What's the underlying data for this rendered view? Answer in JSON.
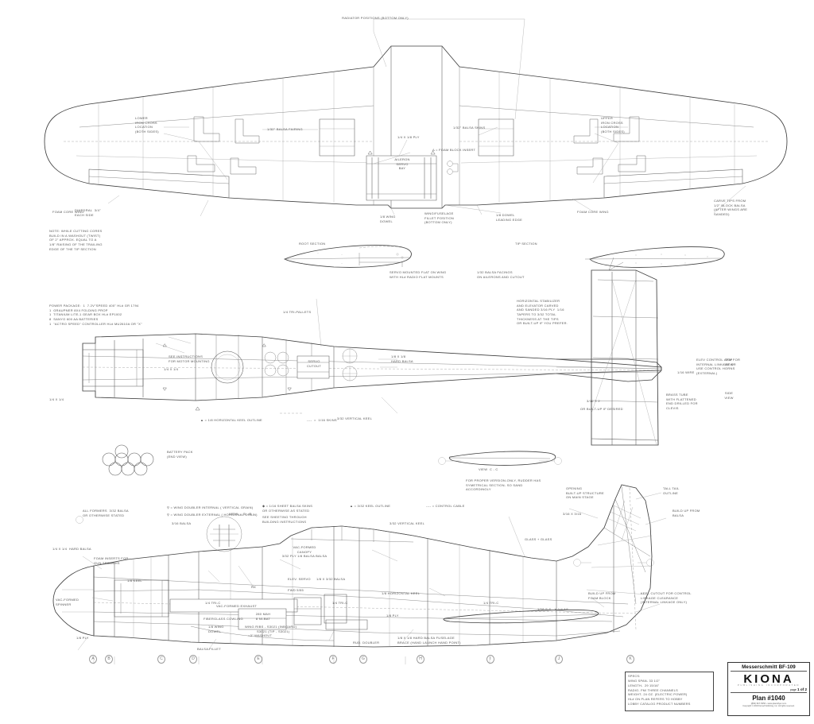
{
  "sheet": {
    "drawing_type": "model-aircraft-plan",
    "subject": "Messerschmitt BF-109"
  },
  "title_block": {
    "model_name": "Messerschmitt BF-109",
    "brand": "KIONA",
    "brand_tagline": "PUBLISHING INCORPORATED",
    "page_prefix": "page",
    "page_label": "1 of 2",
    "plan_number": "Plan #1040",
    "contact": "(866) 827-5656 • www.plansflyer.com",
    "copyright": "Copyright © 2003 Kiona Publishing, Inc. All rights reserved."
  },
  "specs": {
    "heading": "SPECS:",
    "lines": [
      "WING SPAN- 33 1/2\" ",
      "LENGTH-  29 15/16\"",
      "RADIO- FM/ THREE CHANNELS",
      "WEIGHT- 24 oz. (ELECTRIC POWER)",
      "HL# ON PLAN REFERS TO HOBBY",
      "LOBBY CATALOG PRODUCT NUMBERS"
    ]
  },
  "wing_view": {
    "notes": {
      "radiator": "RADIATOR POSITIONS (BOTTOM ONLY)",
      "lower_cross": "LOWER\nIRON CROSS\nLOCATION\n(BOTH SIDES)",
      "upper_cross": "UPPER\nIRON CROSS\nLOCATION\n(BOTH SIDES)",
      "balsa_fairing_left": "1/32\" BALSA FAIRING",
      "balsa_skins_right": "1/32\" BALSA SKINS",
      "ply_strip": "1/4 x 1/8 PLY",
      "foam_block": "Δ = FOAM BLOCK INSERT",
      "aileron_servo_bay": "AILERON\nSERVO\nBAY",
      "wing_dowel": "1/8 WING\nDOWEL",
      "fillet_position": "WING/FUSELAGE\nFILLET POSITION\n(BOTTOM ONLY)",
      "leading_edge": "1/8 DOWEL\nLEADING EDGE",
      "foam_core_left": "FOAM CORE WING",
      "foam_core_right": "FOAM CORE WING",
      "wing_tips": "CARVE TIPS FROM\n1/2\" BLOCK BALSA\n(AFTER WINGS ARE\nSANDED)",
      "dihedral": "DIHEDRAL  3/4\"\nEACH SIDE",
      "cutting_note": "NOTE: WHILE CUTTING CORES\nBUILD IN A WASHOUT (TWIST)\nOF 2\" APPROX. EQUAL TO A\n1/8\" RAISING OF THE TRAILING\nEDGE OF THE TIP SECTION"
    }
  },
  "sections": {
    "root_label": "ROOT SECTION",
    "tip_label": "TIP SECTION",
    "servo_note": "SERVO MOUNTED FLAT ON WING\nWITH HL# RADIO FLAT MOUNTS",
    "tip_note": "1/32 BALSA FACINGS\nON AILERONS AND CUTOUT"
  },
  "fuselage_top_view": {
    "power_package": "POWER PACKAGE:  1  7.2V\"SPEED 400\" HL# GR 1794\n1  GRAUPNER 8x4 FOLDING PROP\n1  TITANIUM LITE-1 GEAR BOX HL# EP1002\n8  SANYO 600 AA BATTERIES\n1  \"ACTRO SPEED\" CONTROLLER HL# MU2610A or \"X\"",
    "motor_note": "SEE INSTRUCTIONS\nFOR MOTOR MOUNTING",
    "pallets": "1/4 TRI-PALLETS",
    "hard_balsa": "1/8 x 1/8\nHARD BALSA",
    "servo_cutout": "SERVO\nCUTOUT",
    "quarter_sq_a": "1/4 x 1/4",
    "quarter_sq_b": "1/4 x 1/4",
    "horizontal_keel_legend": "▲ = 1/8 HORIZONTAL KEEL OUTLINE",
    "skins_legend": "----  =  1/16 SKINS",
    "vertical_keel": "3/32 VERTICAL KEEL",
    "stab_note": "HORIZONTAL STABILIZER\nAND ELEVATOR CARVED\nAND SANDED 3/16 PLY  1/16\nTAPERS TO 3/32 TOTAL\nTHICKNESS AT THE TIPS\nOR BUILT-UP IF YOU PREFER.",
    "brass_tube": "BRASS TUBE\nWITH FLATTENED\nEND DRILLED FOR\nCLEVIS",
    "elev_arm": "ELEV CONTROL ARM FOR\nINTERNAL LINKAGE OR\nUSE CONTROL HORNS\n(EXTERNAL)",
    "top_view": "TOP\nVIEW",
    "side_view": "SIDE\nVIEW",
    "wire": "1/16 WIRE",
    "stab_size": "3/16 X 2",
    "stab_sub": "OR BUILT-UP IF DESIRED",
    "view_cc": "VIEW  C - C",
    "rudder_note": "FOR PROPER VERSION-ONLY, RUDDER HAS\nSYMETRICAL SECTION- SO SAND\nACCORDINGLY"
  },
  "battery": {
    "label": "BATTERY PACK\n(END VIEW)",
    "cell_count": 8
  },
  "fuselage_side_view": {
    "formers_note": "ALL FORMERS  3/32 BALSA\nOR OTHERWISE STATED",
    "legend_internal": "⚲ = WING DOUBLER INTERNAL ( VERTICAL GRAIN)",
    "legend_external": "⚲ = WING DOUBLER EXTERNAL ( HORIZONAL GRAIN)",
    "balsa_3_16": "3/16 BALSA",
    "view_bb": "VIEW  -  B - B",
    "sheet_skins": "◆ = 1/16 SHEET BALSA SKINS\nOR OTHERWISE AS STATED",
    "sheeting_note": "SEE SHEETING THROUGH\nBUILDING INSTRUCTIONS",
    "keel_legend": "▲ = 3/32 KEEL OUTLINE",
    "cable_legend": "---- = CONTROL CABLE",
    "vertical_keel": "3/32 VERTICAL KEEL",
    "hard_balsa": "1/8 x 1/8  HARD BALSA",
    "foam_inserts": "FOAM INSERTS FOR\nGUN TROUGHS",
    "vac_spinner": "VAC-FORMED\nSPINNER",
    "vac_exhaust": "VAC-FORMED EXHAUST",
    "fiberglass": "FIBERGLASS COWLING",
    "ply_1_8": "1/8 PLY",
    "ply_1_8b": "1/8 PLY",
    "keel_1_8": "1/8 KEEL",
    "tri_1_4a": "1/4 TRI-C",
    "tri_1_4b": "1/4 TRI-C",
    "tri_1_4c": "1/4 TRI-C",
    "battery_box": "280 MAH\n8 Ni-BAT",
    "rx": "RX",
    "elev_servo": "ELEV. SERVO",
    "fwd_stn": "FWD 5/55",
    "vac_canopy": "VAC-FORMED\nCANOPY\n3/32 PLY 1/8 BALSA BALSA",
    "balsa_3_32": "1/8 x 3/32 BALSA",
    "horizontal_keel": "1/8 HORIZONTAL KEEL",
    "rud_doubler": "RUD. DOUBLER",
    "wing_dowel": "1/8 WING\nDOWEL",
    "balsa_fillet": "BALSA FILLET",
    "wing_ribs": "WING RIBS - S3021 (INBOARD)\n           S3021 (TIP - S3021)\n   =3\" WASHOUT",
    "hard_balsa_brace": "1/8 x 1/8 HARD BALSA FUSELAGE\nBRACE (HAND LAUNCH HAND POINT)",
    "glass_rear": "1/16 S.S.  x 1/4 AS",
    "glass_fwd": "GLASS + GLASS",
    "opening_note": "OPENING\nBUILT-UP STRUCTURE\nON MAIN STAGE",
    "stringer": "3/16 x 3/16",
    "tall_tail": "TALL TAIL\nOUTLINE",
    "build_up": "BUILD UP FROM\nBALSA",
    "keel_cutout": "KEEL CUTOUT FOR CONTROL\nLINKAGE CLEARANCE\n(INTERNAL LINKAGE ONLY)",
    "foam_block": "BUILD UP FROM\nFOAM BLOCK",
    "hard_balsa_nose": "1/4 x 1/4  HARD BALSA"
  },
  "stations": [
    "A",
    "B",
    "C",
    "D",
    "E",
    "F",
    "G",
    "H",
    "I",
    "J",
    "K"
  ]
}
